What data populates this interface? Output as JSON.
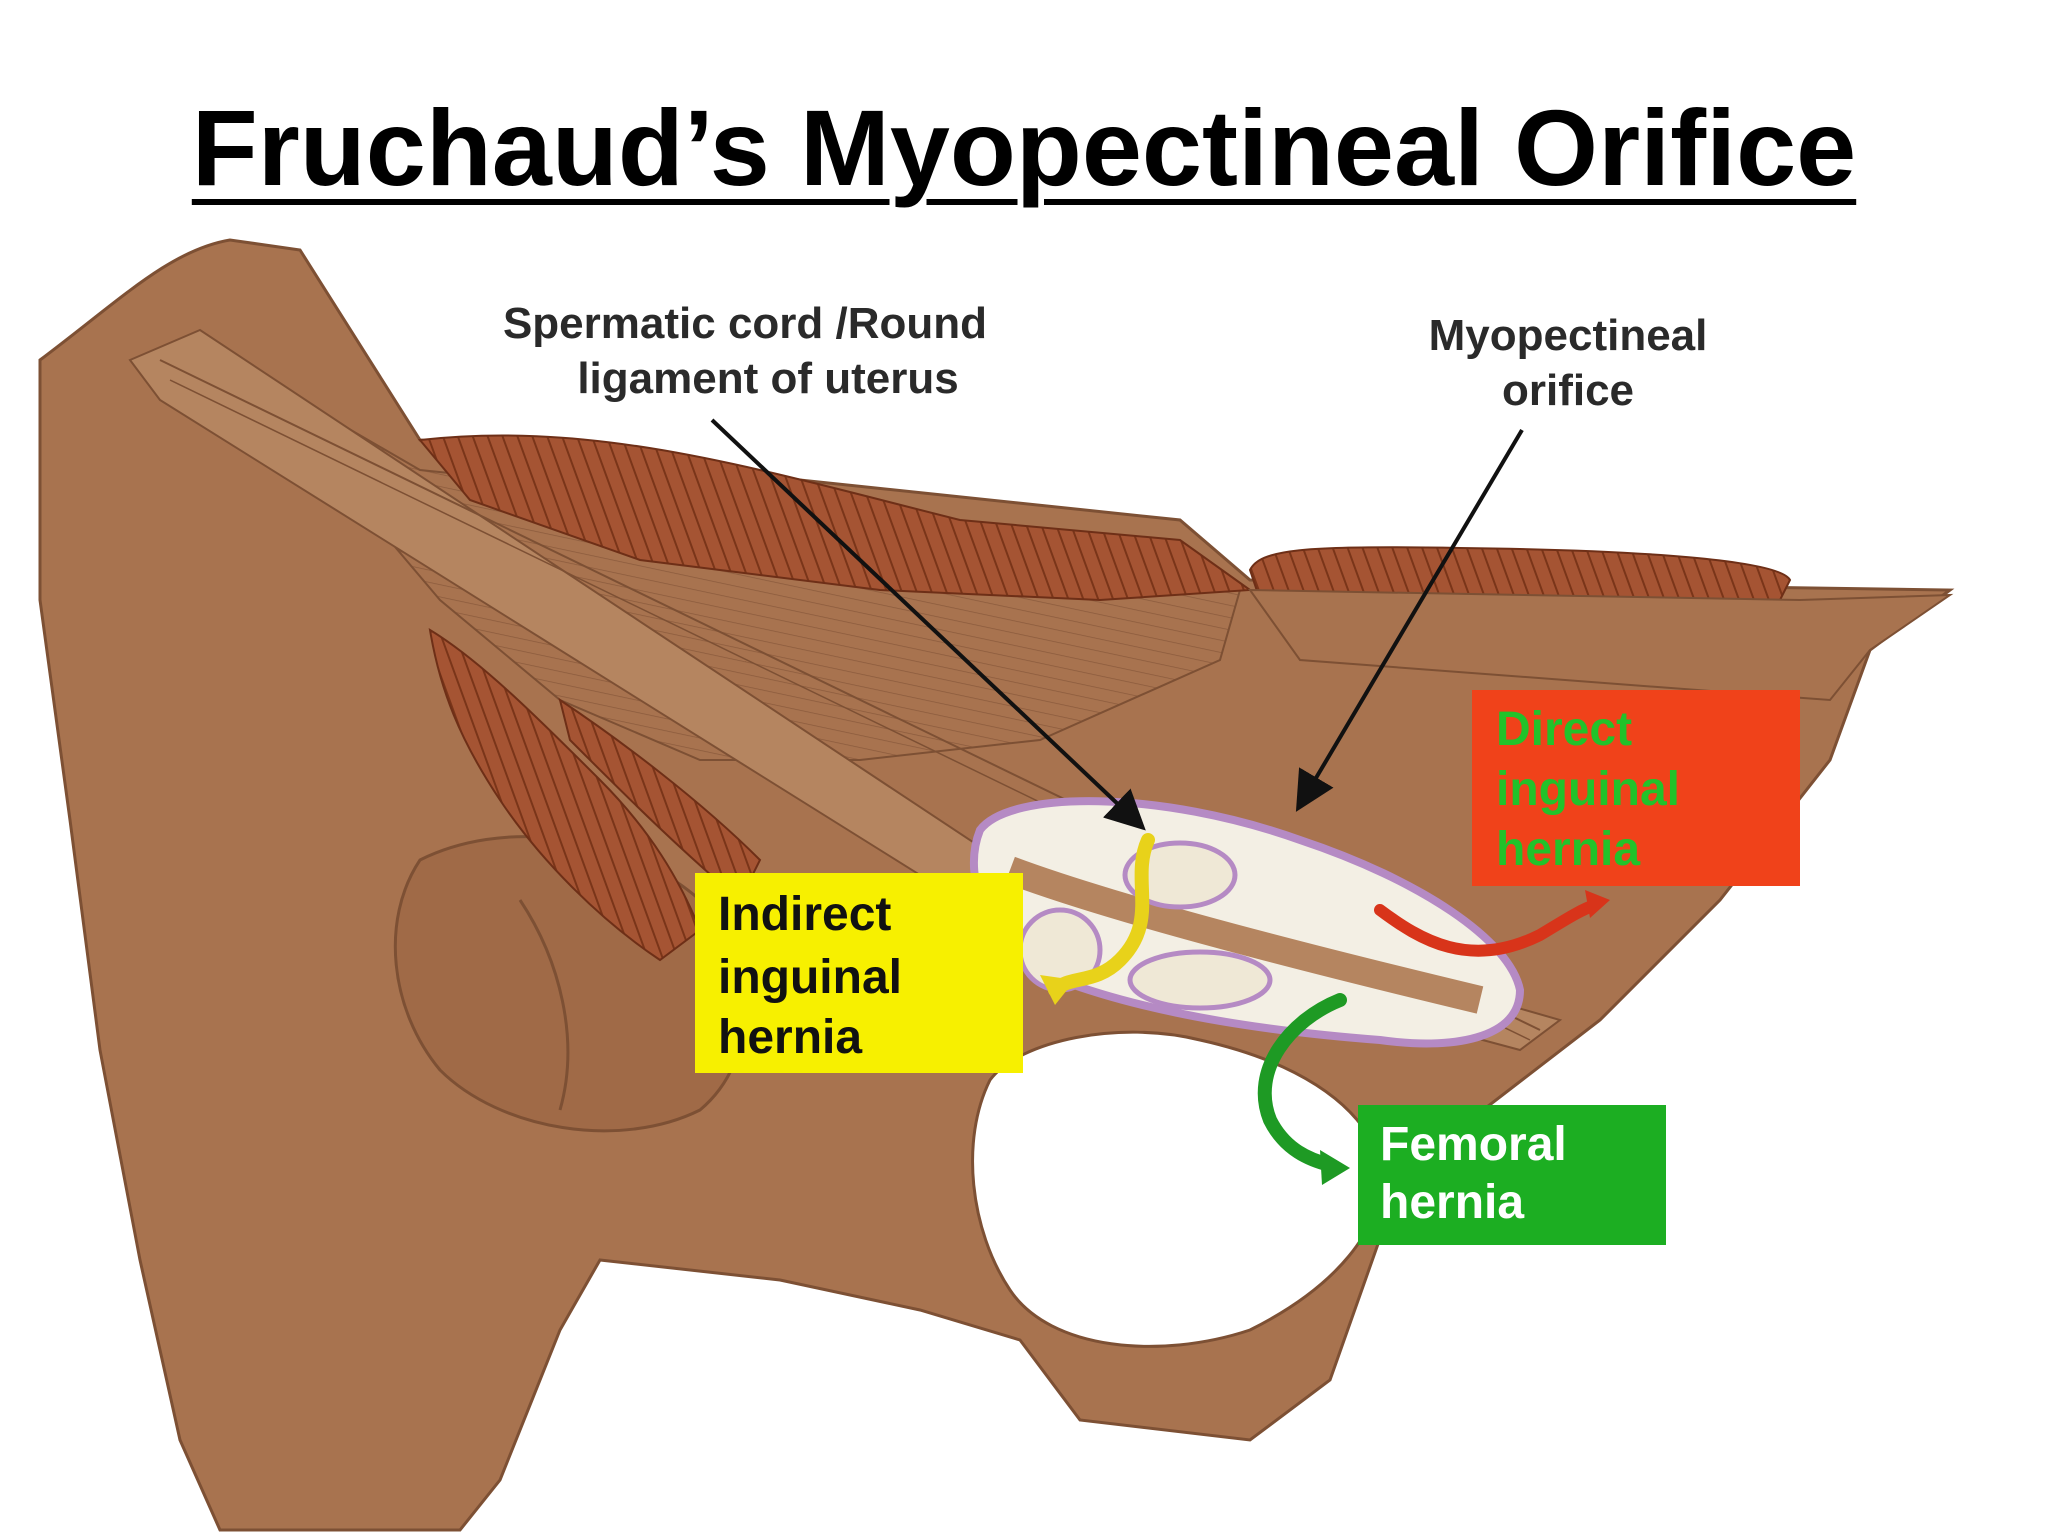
{
  "slide": {
    "title": "Fruchaud’s Myopectineal Orifice"
  },
  "labels": {
    "spermatic_line1": "Spermatic cord /Round",
    "spermatic_line2": "ligament of uterus",
    "mpo_line1": "Myopectineal",
    "mpo_line2": "orifice",
    "indirect_line1": "Indirect",
    "indirect_line2": "inguinal",
    "indirect_line3": "hernia",
    "direct_line1": "Direct",
    "direct_line2": "inguinal",
    "direct_line3": "hernia",
    "femoral_line1": "Femoral",
    "femoral_line2": "hernia"
  },
  "colors": {
    "tissue": "#a8734f",
    "tissue_dark": "#8a5a3a",
    "muscle": "#9c4f2e",
    "muscle_stripe": "#6e2f17",
    "orifice_fill": "#f3efe4",
    "orifice_ring": "#b58ac4",
    "indirect_box": "#f7f000",
    "direct_box": "#f0421a",
    "direct_text": "#22c22a",
    "femoral_box": "#1cae22",
    "femoral_text": "#ffffff",
    "arrow_yellow": "#e8d21a",
    "arrow_red": "#d8341a",
    "arrow_green": "#1e9a24"
  }
}
